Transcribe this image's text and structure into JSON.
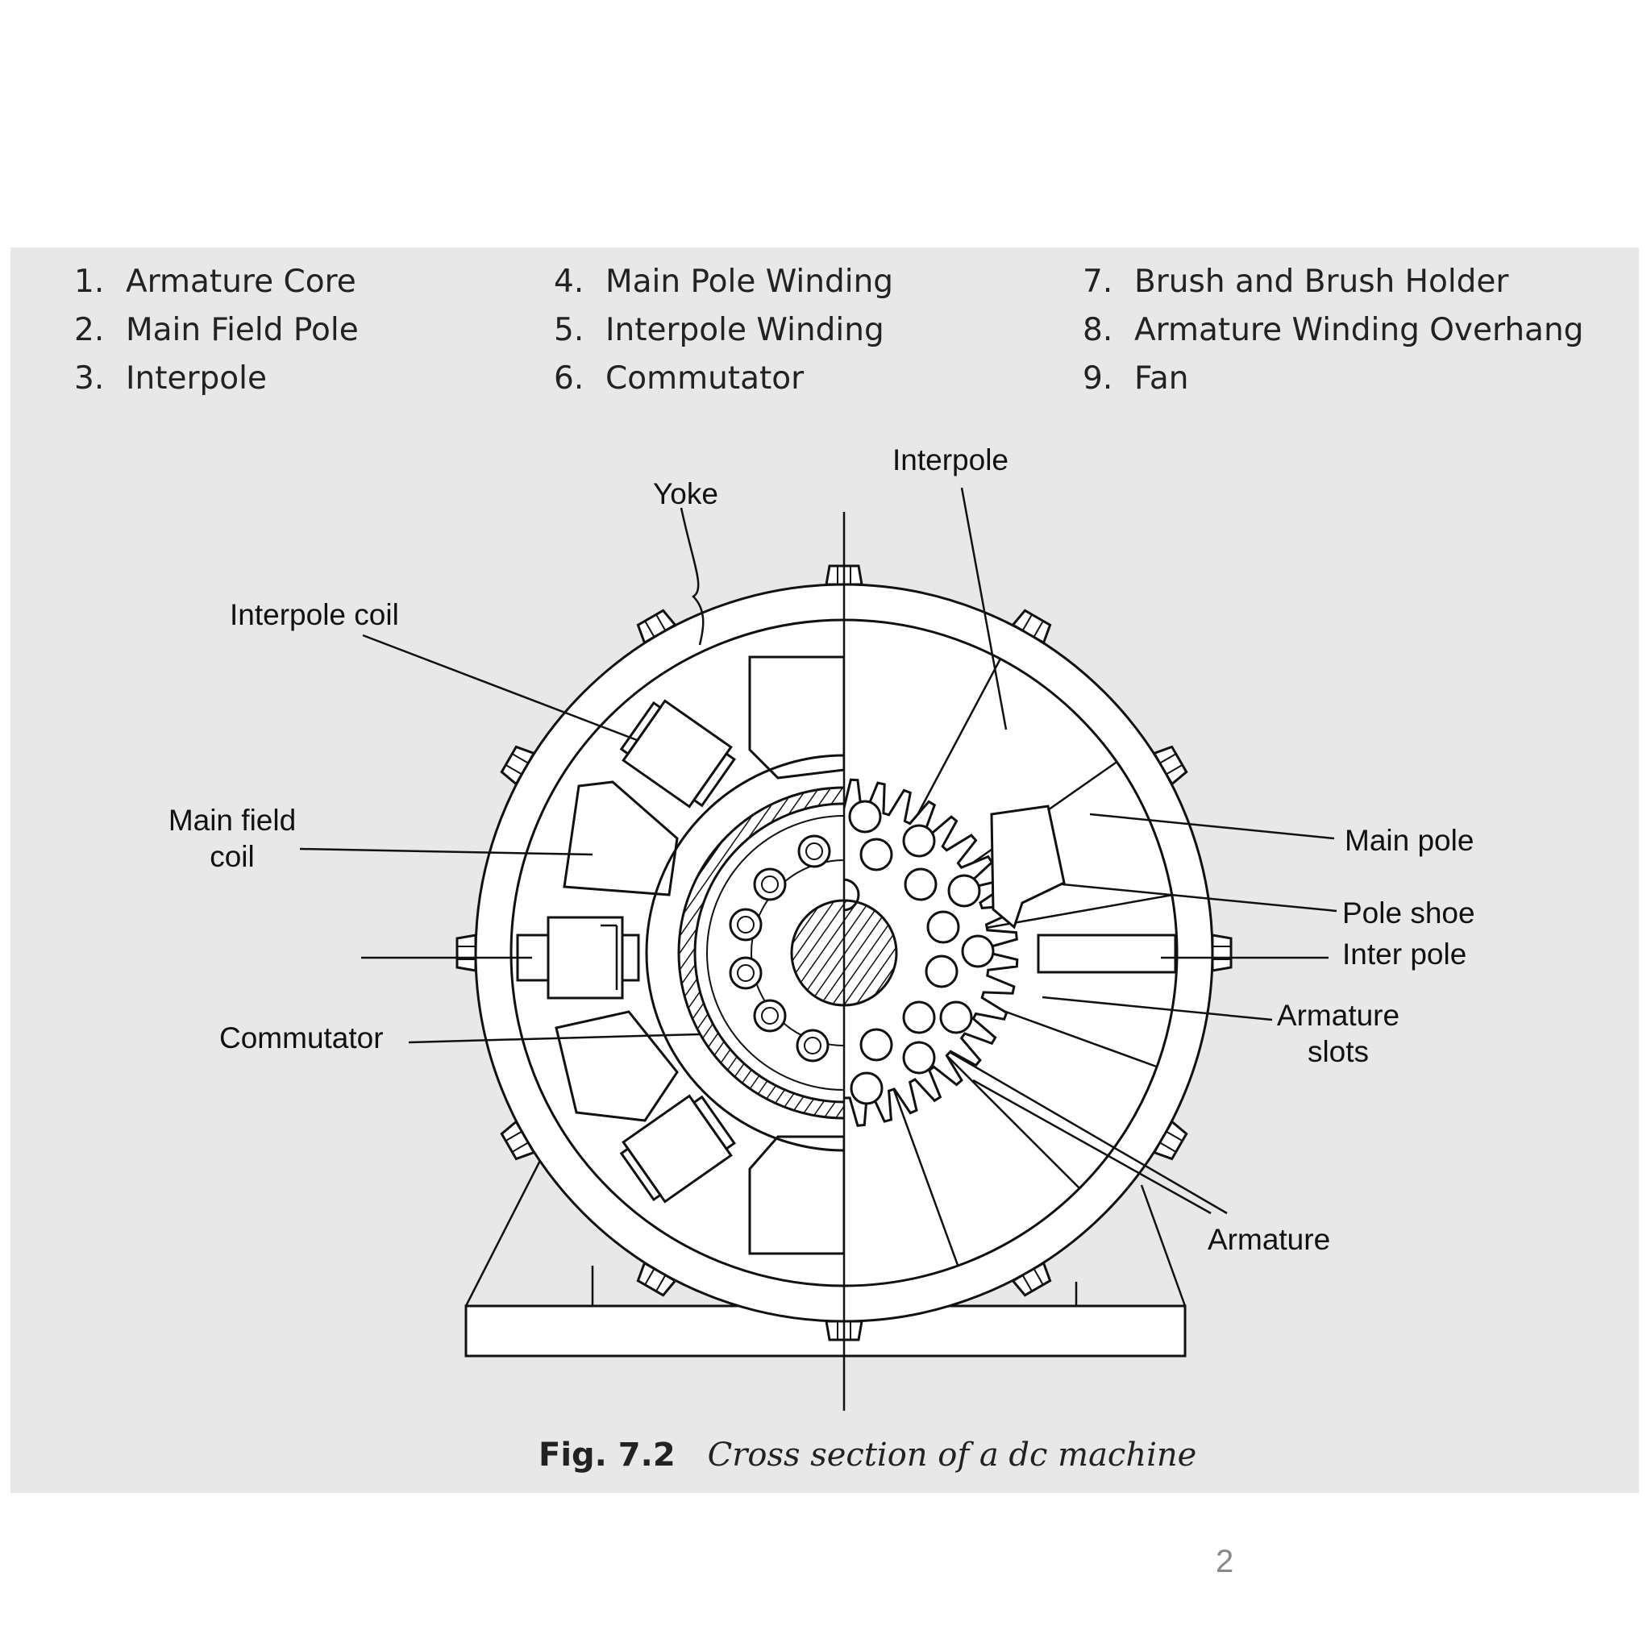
{
  "parts_list": {
    "col1": [
      {
        "num": "1.",
        "text": "Armature Core"
      },
      {
        "num": "2.",
        "text": "Main Field Pole"
      },
      {
        "num": "3.",
        "text": "Interpole"
      }
    ],
    "col2": [
      {
        "num": "4.",
        "text": "Main Pole Winding"
      },
      {
        "num": "5.",
        "text": "Interpole Winding"
      },
      {
        "num": "6.",
        "text": "Commutator"
      }
    ],
    "col3": [
      {
        "num": "7.",
        "text": "Brush and Brush Holder"
      },
      {
        "num": "8.",
        "text": "Armature Winding Overhang"
      },
      {
        "num": "9.",
        "text": "Fan"
      }
    ]
  },
  "labels": {
    "yoke": "Yoke",
    "interpole_top": "Interpole",
    "interpole_coil": "Interpole coil",
    "main_field_line1": "Main field",
    "main_field_line2": "coil",
    "commutator": "Commutator",
    "main_pole": "Main pole",
    "pole_shoe": "Pole shoe",
    "inter_pole": "Inter pole",
    "armature_slots_line1": "Armature",
    "armature_slots_line2": "slots",
    "armature": "Armature"
  },
  "caption": {
    "fig": "Fig. 7.2",
    "text": "Cross section of a dc machine"
  },
  "page_number": "2"
}
